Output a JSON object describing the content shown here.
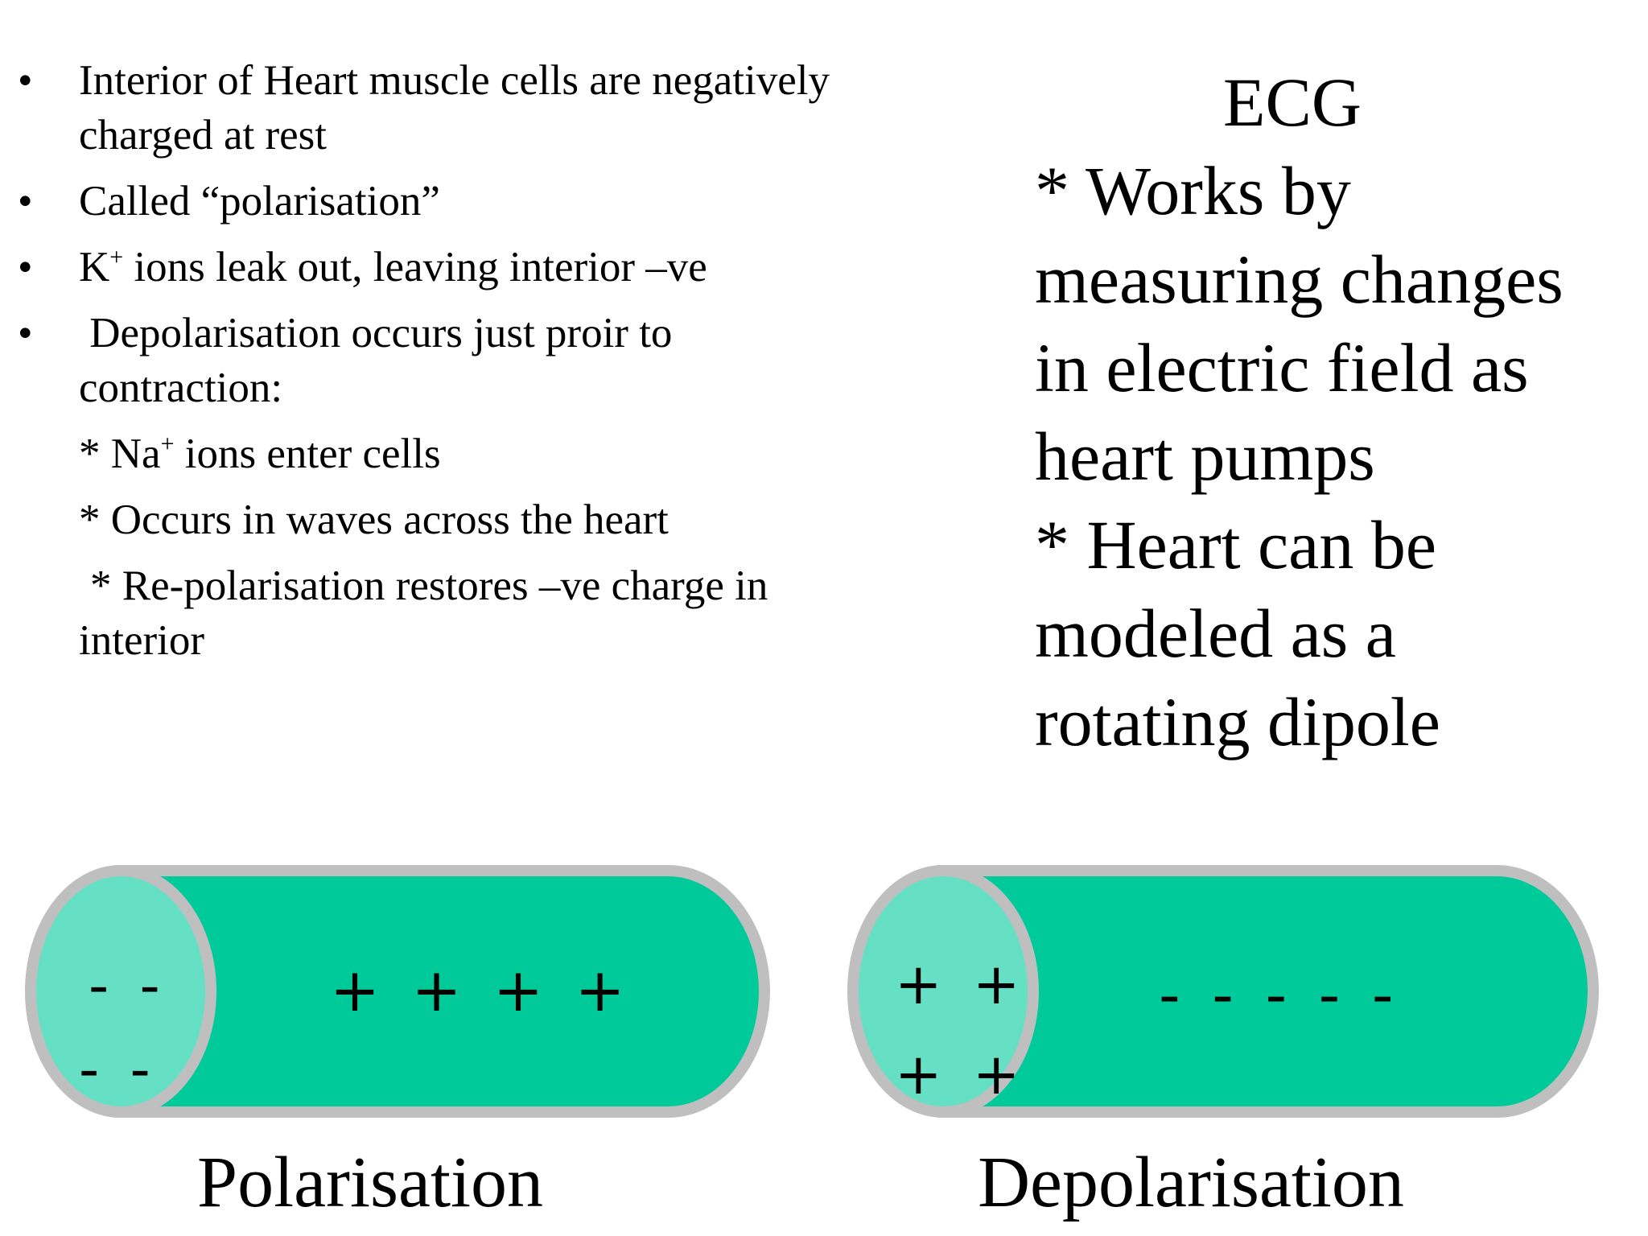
{
  "left_bullets": {
    "items": [
      {
        "bullet": "•",
        "text_lines": [
          "Interior of Heart muscle cells are negatively",
          "charged at rest"
        ]
      },
      {
        "bullet": "•",
        "text_lines": [
          "Called “polarisation”"
        ]
      },
      {
        "bullet": "•",
        "ion": "K",
        "ion_sup": "+",
        "rest": " ions leak out, leaving interior –ve"
      },
      {
        "bullet": "•",
        "text_lines": [
          " Depolarisation occurs just proir to",
          "contraction:"
        ]
      }
    ],
    "sub_items": [
      {
        "prefix": "* Na",
        "sup": "+",
        "rest": " ions enter cells"
      },
      {
        "text": "* Occurs in waves across the heart"
      },
      {
        "text_lines": [
          "* Re-polarisation restores –ve charge in",
          "interior"
        ]
      }
    ]
  },
  "ecg": {
    "title": "ECG",
    "lines": [
      "* Works by",
      "measuring changes",
      "in electric field as",
      "heart pumps",
      "* Heart can be",
      "modeled as a",
      "rotating dipole"
    ]
  },
  "diagrams": {
    "polarisation": {
      "caption": "Polarisation",
      "end_charges_top": "- -",
      "end_charges_bottom": "- -",
      "body_charges": "+ + + +"
    },
    "depolarisation": {
      "caption": "Depolarisation",
      "end_charges_top": "+ +",
      "end_charges_bottom": "+ +",
      "body_charges": "- - - - -"
    },
    "colors": {
      "body": "#00c99a",
      "end_cap": "#66e0c4",
      "outline": "#bfbfbf"
    }
  }
}
